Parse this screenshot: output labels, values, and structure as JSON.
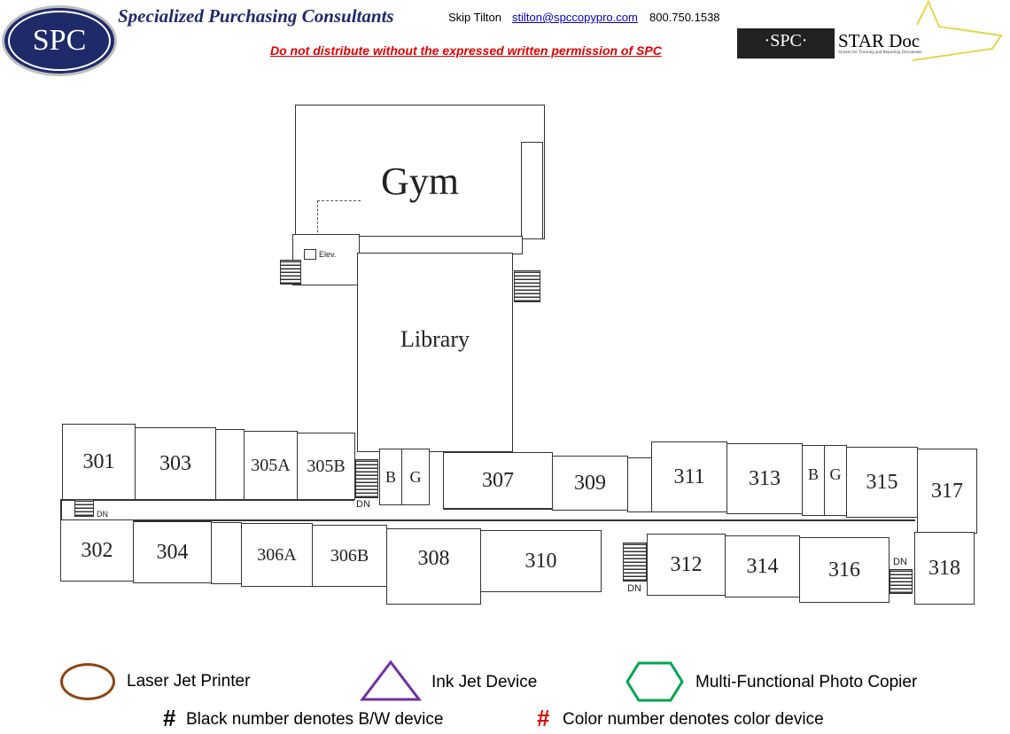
{
  "header": {
    "logo_text": "SPC",
    "company": "Specialized Purchasing Consultants",
    "contact_name": "Skip Tilton",
    "email": "stilton@spccopypro.com",
    "phone": "800.750.1538",
    "warning": "Do not distribute without the expressed written permission of SPC",
    "star_logo_left": "·SPC·",
    "star_logo_right": "STAR Doc",
    "star_logo_sub": "System for Tracking and Reporting Documents"
  },
  "floorplan": {
    "gym": "Gym",
    "library": "Library",
    "elev": "Elev.",
    "dn": "DN",
    "rooms": [
      "301",
      "303",
      "305A",
      "305B",
      "B",
      "G",
      "307",
      "309",
      "311",
      "313",
      "B",
      "G",
      "315",
      "317",
      "302",
      "304",
      "306A",
      "306B",
      "308",
      "310",
      "312",
      "314",
      "316",
      "318"
    ]
  },
  "legend": {
    "laser": "Laser Jet Printer",
    "inkjet": "Ink Jet Device",
    "mfp": "Multi-Functional Photo Copier",
    "hash": "#",
    "bw": "Black number denotes B/W device",
    "color": "Color number denotes color device",
    "colors": {
      "laser": "#8B4513",
      "inkjet": "#7030A0",
      "mfp": "#00A550",
      "red": "#E00000"
    }
  }
}
